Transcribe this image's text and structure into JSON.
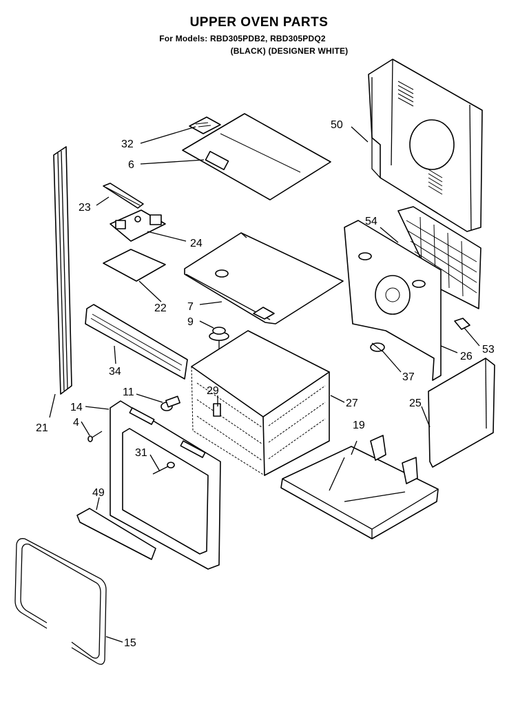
{
  "header": {
    "title": "UPPER OVEN PARTS",
    "models": "For Models: RBD305PDB2, RBD305PDQ2",
    "colors": "(BLACK) (DESIGNER WHITE)"
  },
  "callouts": [
    "32",
    "6",
    "50",
    "23",
    "24",
    "54",
    "22",
    "7",
    "9",
    "53",
    "26",
    "34",
    "37",
    "11",
    "29",
    "27",
    "14",
    "25",
    "19",
    "4",
    "21",
    "31",
    "49",
    "15"
  ]
}
